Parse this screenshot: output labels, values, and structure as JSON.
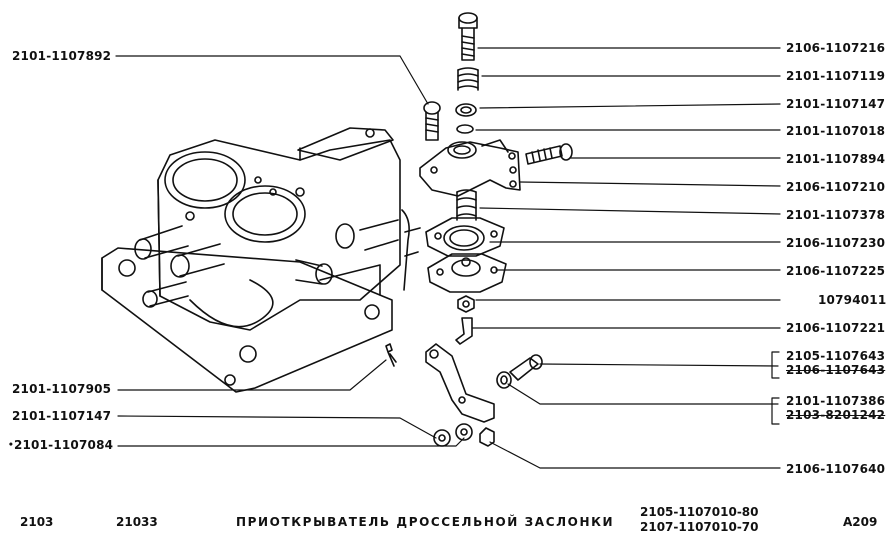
{
  "left_labels": [
    {
      "id": "l1",
      "text": "2101-1107892"
    },
    {
      "id": "l2",
      "text": "2101-1107905"
    },
    {
      "id": "l3",
      "text": "2101-1107147"
    },
    {
      "id": "l4",
      "text": "2101-1107084"
    }
  ],
  "right_labels": [
    {
      "id": "r1",
      "text": "2106-1107216"
    },
    {
      "id": "r2",
      "text": "2101-1107119"
    },
    {
      "id": "r3",
      "text": "2101-1107147"
    },
    {
      "id": "r4",
      "text": "2101-1107018"
    },
    {
      "id": "r5",
      "text": "2101-1107894"
    },
    {
      "id": "r6",
      "text": "2106-1107210"
    },
    {
      "id": "r7",
      "text": "2101-1107378"
    },
    {
      "id": "r8",
      "text": "2106-1107230"
    },
    {
      "id": "r9",
      "text": "2106-1107225"
    },
    {
      "id": "r10",
      "text": "10794011"
    },
    {
      "id": "r11",
      "text": "2106-1107221"
    },
    {
      "id": "r12a",
      "text": "2105-1107643"
    },
    {
      "id": "r12b",
      "text": "2106-1107643"
    },
    {
      "id": "r13a",
      "text": "2101-1107386"
    },
    {
      "id": "r13b",
      "text": "2103-8201242"
    },
    {
      "id": "r14",
      "text": "2106-1107640"
    }
  ],
  "footer": {
    "model_a": "2103",
    "model_b": "21033",
    "title": "ПРИОТКРЫВАТЕЛЬ ДРОССЕЛЬНОЙ ЗАСЛОНКИ",
    "assembly_1": "2105-1107010-80",
    "assembly_2": "2107-1107010-70",
    "page": "A209"
  }
}
